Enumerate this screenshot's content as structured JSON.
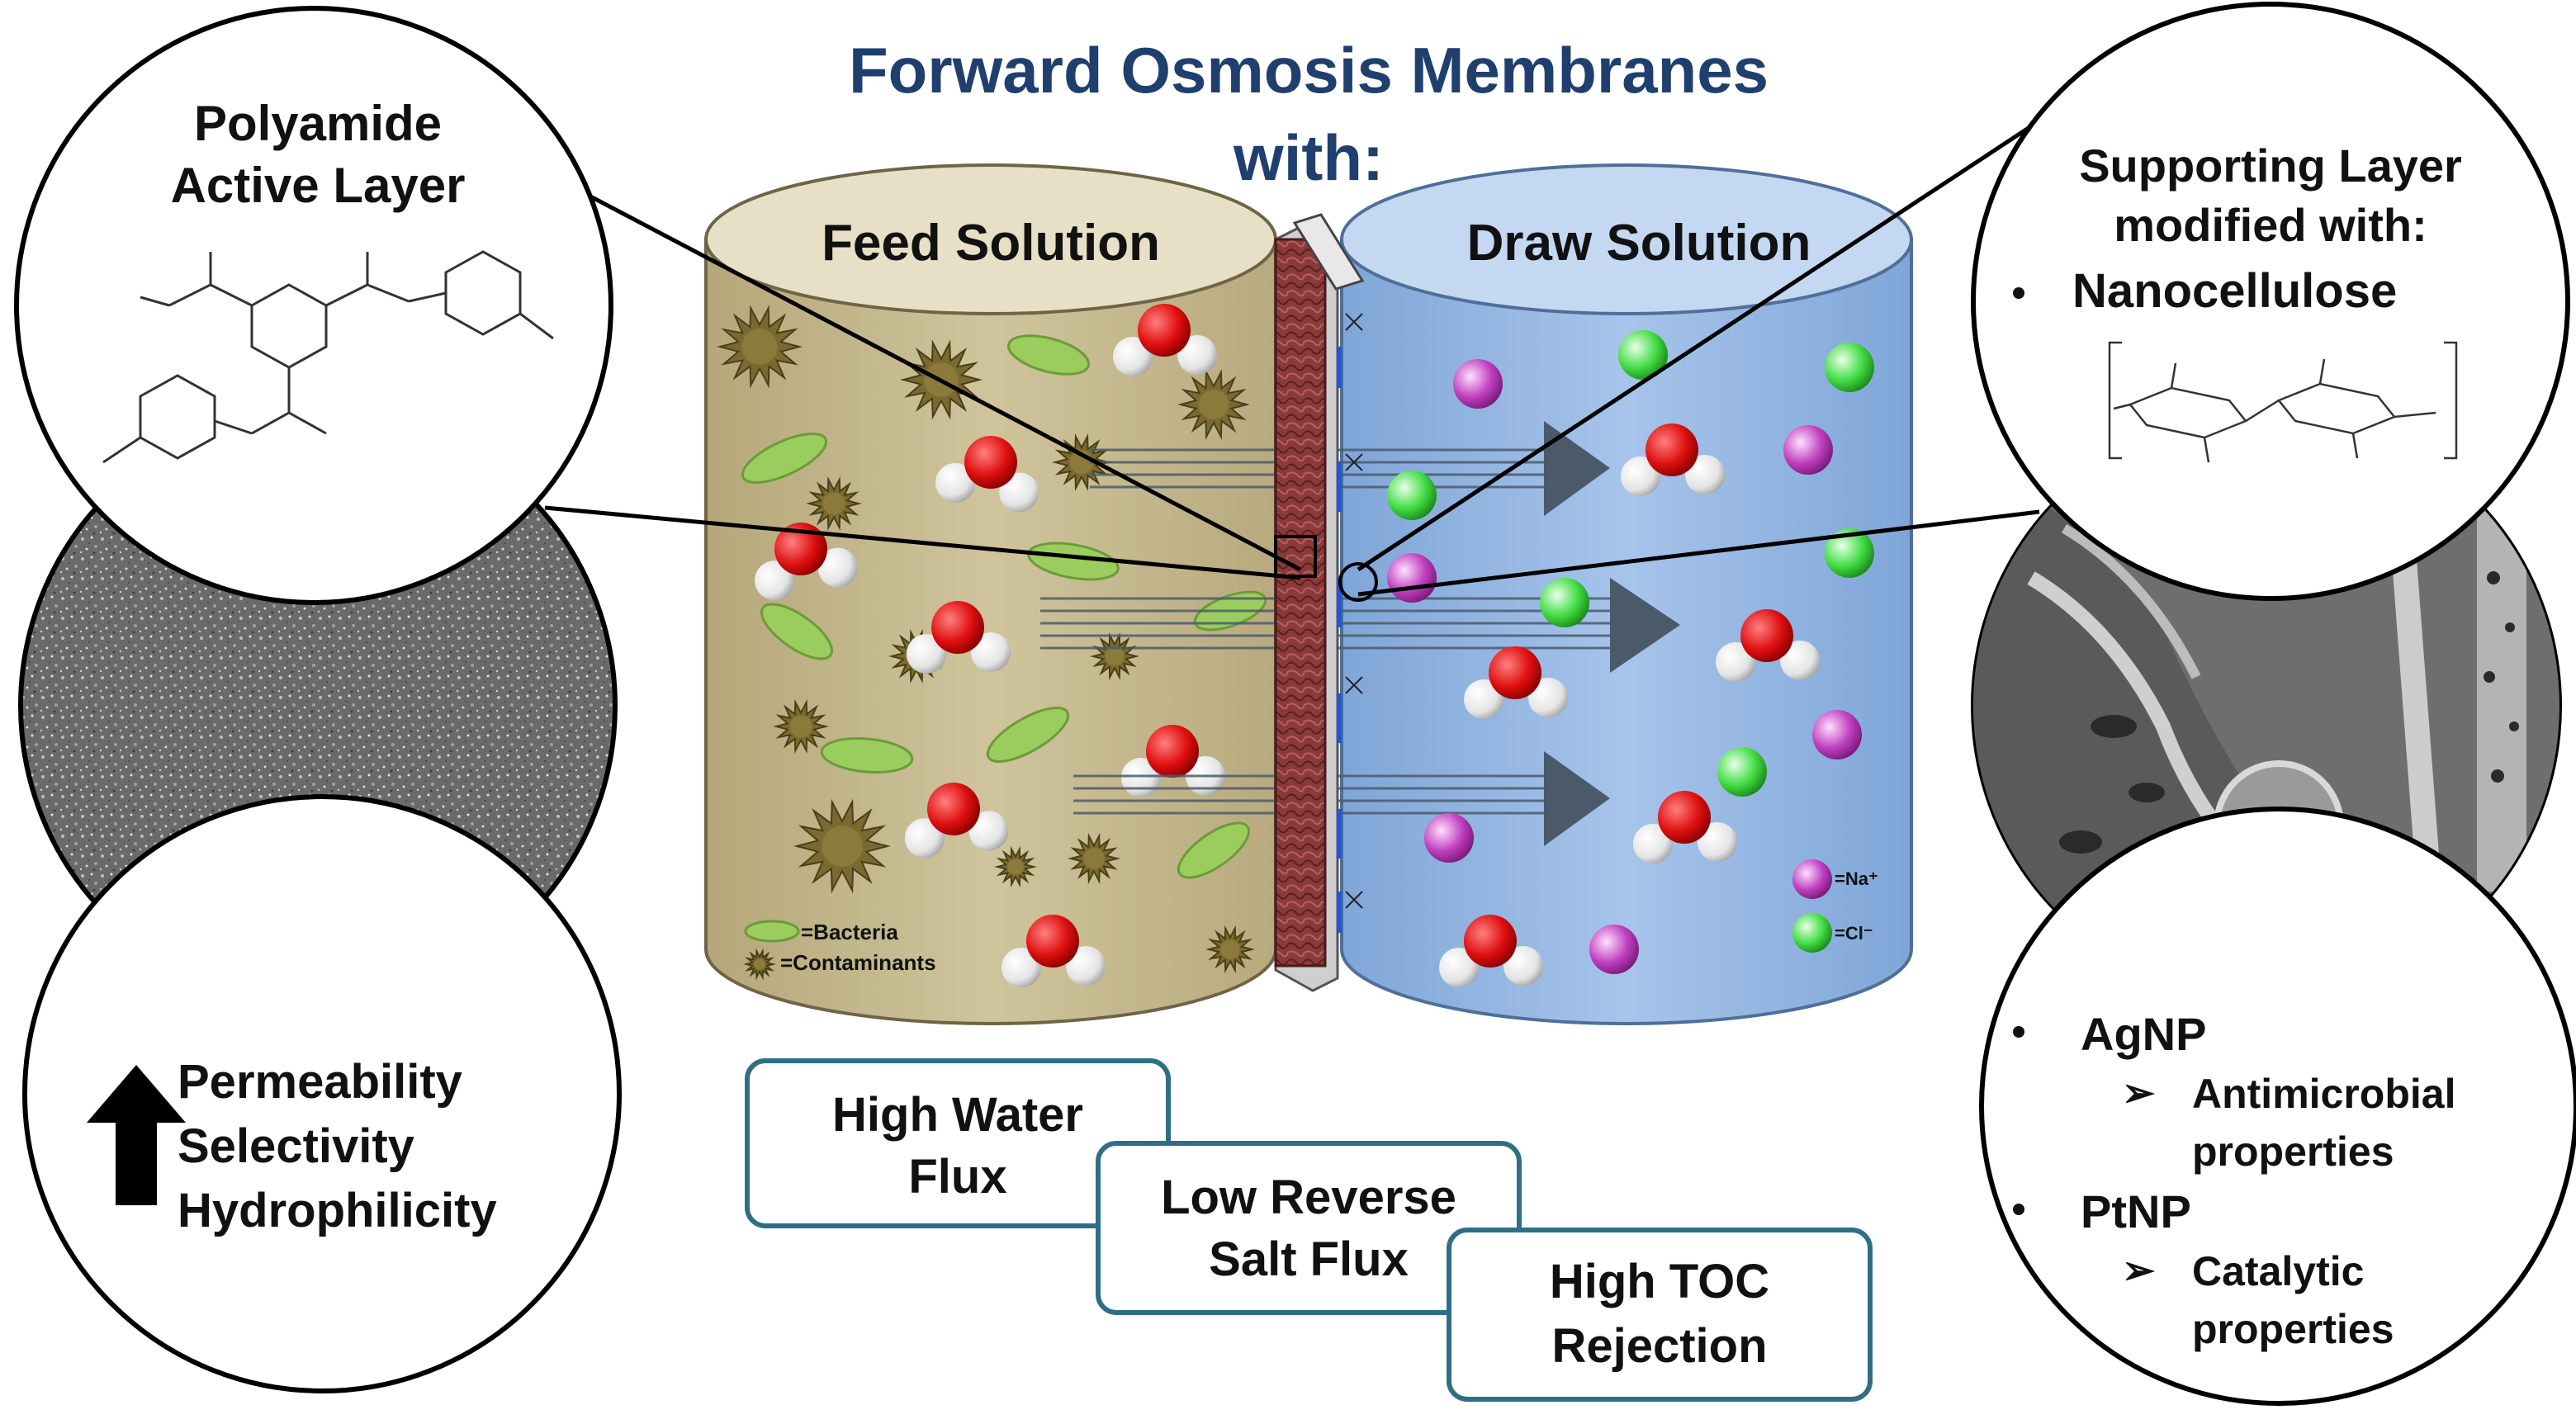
{
  "title": {
    "line1": "Forward Osmosis Membranes",
    "line2": "with:"
  },
  "feed": {
    "label": "Feed Solution",
    "legend_bacteria": "=Bacteria",
    "legend_contaminants": "=Contaminants"
  },
  "draw": {
    "label": "Draw Solution",
    "legend_na": "=Na⁺",
    "legend_cl": "=Cl⁻"
  },
  "left_panel": {
    "heading_line1": "Polyamide",
    "heading_line2": "Active Layer",
    "benefits": [
      "Permeability",
      "Selectivity",
      "Hydrophilicity"
    ]
  },
  "right_panel": {
    "heading_line1": "Supporting Layer",
    "heading_line2": "modified with:",
    "bullet_nanocellulose": "Nanocellulose",
    "bullet_agnp": "AgNP",
    "agnp_sub_line1": "Antimicrobial",
    "agnp_sub_line2": "properties",
    "bullet_ptnp": "PtNP",
    "ptnp_sub_line1": "Catalytic",
    "ptnp_sub_line2": "properties"
  },
  "outcomes": [
    {
      "line1": "High Water",
      "line2": "Flux"
    },
    {
      "line1": "Low Reverse",
      "line2": "Salt Flux"
    },
    {
      "line1": "High TOC",
      "line2": "Rejection"
    }
  ],
  "colors": {
    "title": "#1f3f6e",
    "feed_fill": "#c7bb8f",
    "draw_fill": "#8fb3e0",
    "membrane": "#8b3a3a",
    "oxygen": "#e01010",
    "hydrogen": "#eeeeee",
    "sodium": "#c040c0",
    "chloride": "#44dd44",
    "bacteria": "#9acd5e",
    "contaminant": "#7a6a30",
    "arrow": "#4a5a6a",
    "box_border": "#2e6f85"
  },
  "icons": [
    "up-arrow-icon",
    "bullet-icon",
    "chevron-right-icon"
  ]
}
